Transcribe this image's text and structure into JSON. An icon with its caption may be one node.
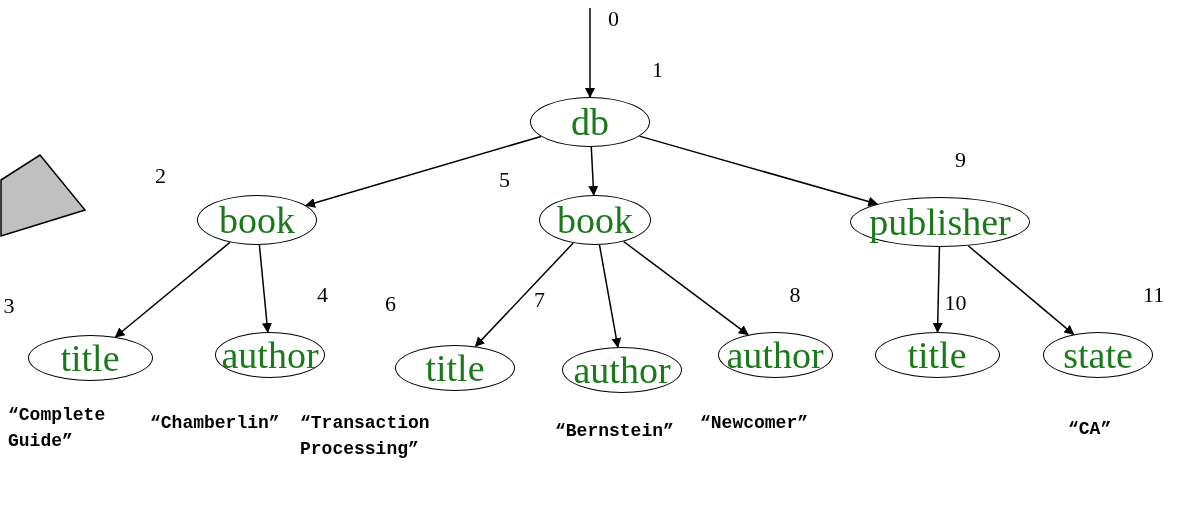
{
  "diagram": {
    "nodes": [
      {
        "text": [
          "db"
        ],
        "beside": [
          "1"
        ]
      },
      {
        "text": [
          "book"
        ],
        "beside": [
          "2"
        ]
      },
      {
        "text": [
          "book"
        ],
        "beside": [
          "5"
        ]
      },
      {
        "text": [
          "publisher"
        ],
        "beside": [
          "9"
        ]
      },
      {
        "text": [
          "title"
        ],
        "beside": [
          "3"
        ]
      },
      {
        "text": [
          "author"
        ],
        "beside": [
          "4"
        ]
      },
      {
        "text": [
          "title"
        ],
        "beside": [
          "6"
        ]
      },
      {
        "text": [
          "author"
        ],
        "beside": [
          "7"
        ]
      },
      {
        "text": [
          "author"
        ],
        "beside": [
          "8"
        ]
      },
      {
        "text": [
          "title"
        ],
        "beside": [
          "10"
        ]
      },
      {
        "text": [
          "state"
        ],
        "beside": [
          "11"
        ]
      },
      {
        "text": [],
        "shape": "triangle"
      }
    ],
    "edges": [
      {
        "from": null,
        "to": 0,
        "arrow": "to",
        "label": "0"
      },
      {
        "from": 0,
        "to": 1,
        "arrow": "to"
      },
      {
        "from": 0,
        "to": 2,
        "arrow": "to"
      },
      {
        "from": 0,
        "to": 3,
        "arrow": "to"
      },
      {
        "from": 1,
        "to": 4,
        "arrow": "to"
      },
      {
        "from": 1,
        "to": 5,
        "arrow": "to"
      },
      {
        "from": 2,
        "to": 6,
        "arrow": "to"
      },
      {
        "from": 2,
        "to": 7,
        "arrow": "to"
      },
      {
        "from": 2,
        "to": 8,
        "arrow": "to"
      },
      {
        "from": 3,
        "to": 9,
        "arrow": "to"
      },
      {
        "from": 3,
        "to": 10,
        "arrow": "to"
      }
    ],
    "labels": [
      "“Complete Guide”",
      "“Chamberlin”",
      "“Transaction Processing”",
      "“Bernstein”",
      "“Newcomer”",
      "“CA”"
    ]
  }
}
